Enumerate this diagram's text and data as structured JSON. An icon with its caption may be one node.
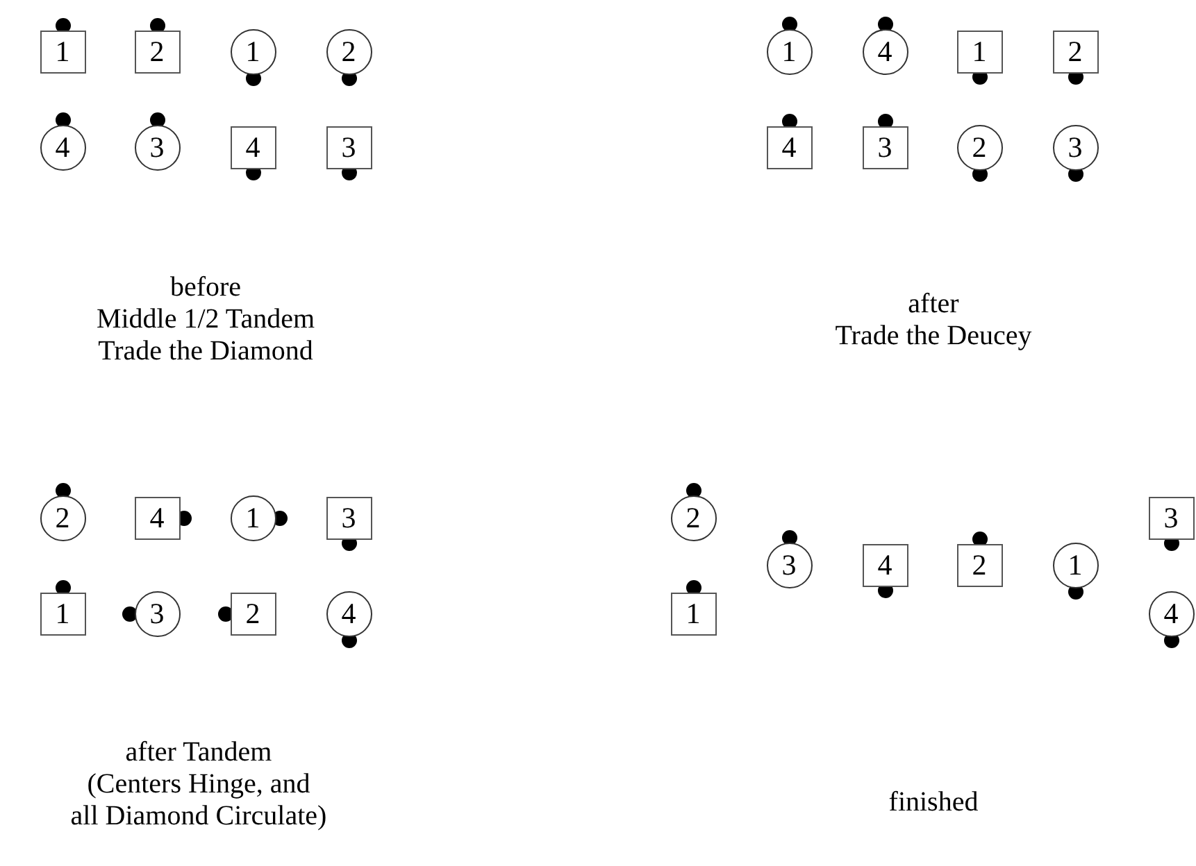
{
  "diagram": {
    "nodes": [
      {
        "text": [
          "1"
        ]
      },
      {
        "text": [
          "2"
        ]
      },
      {
        "text": [
          "1"
        ]
      },
      {
        "text": [
          "2"
        ]
      },
      {
        "text": [
          "4"
        ]
      },
      {
        "text": [
          "3"
        ]
      },
      {
        "text": [
          "4"
        ]
      },
      {
        "text": [
          "3"
        ]
      },
      {
        "text": [
          "1"
        ]
      },
      {
        "text": [
          "4"
        ]
      },
      {
        "text": [
          "1"
        ]
      },
      {
        "text": [
          "2"
        ]
      },
      {
        "text": [
          "4"
        ]
      },
      {
        "text": [
          "3"
        ]
      },
      {
        "text": [
          "2"
        ]
      },
      {
        "text": [
          "3"
        ]
      },
      {
        "text": [
          "2"
        ]
      },
      {
        "text": [
          "4"
        ]
      },
      {
        "text": [
          "1"
        ]
      },
      {
        "text": [
          "3"
        ]
      },
      {
        "text": [
          "1"
        ]
      },
      {
        "text": [
          "3"
        ]
      },
      {
        "text": [
          "2"
        ]
      },
      {
        "text": [
          "4"
        ]
      },
      {
        "text": [
          "2"
        ]
      },
      {
        "text": [
          "1"
        ]
      },
      {
        "text": [
          "3"
        ]
      },
      {
        "text": [
          "4"
        ]
      },
      {
        "text": [
          "2"
        ]
      },
      {
        "text": [
          "1"
        ]
      },
      {
        "text": [
          "3"
        ]
      },
      {
        "text": [
          "4"
        ]
      }
    ],
    "labels": [
      "before Middle 1/2 Tandem Trade the Diamond",
      "after Trade the Deucey",
      "after Tandem (Centers Hinge, and all Diamond Circulate)",
      "finished"
    ]
  }
}
